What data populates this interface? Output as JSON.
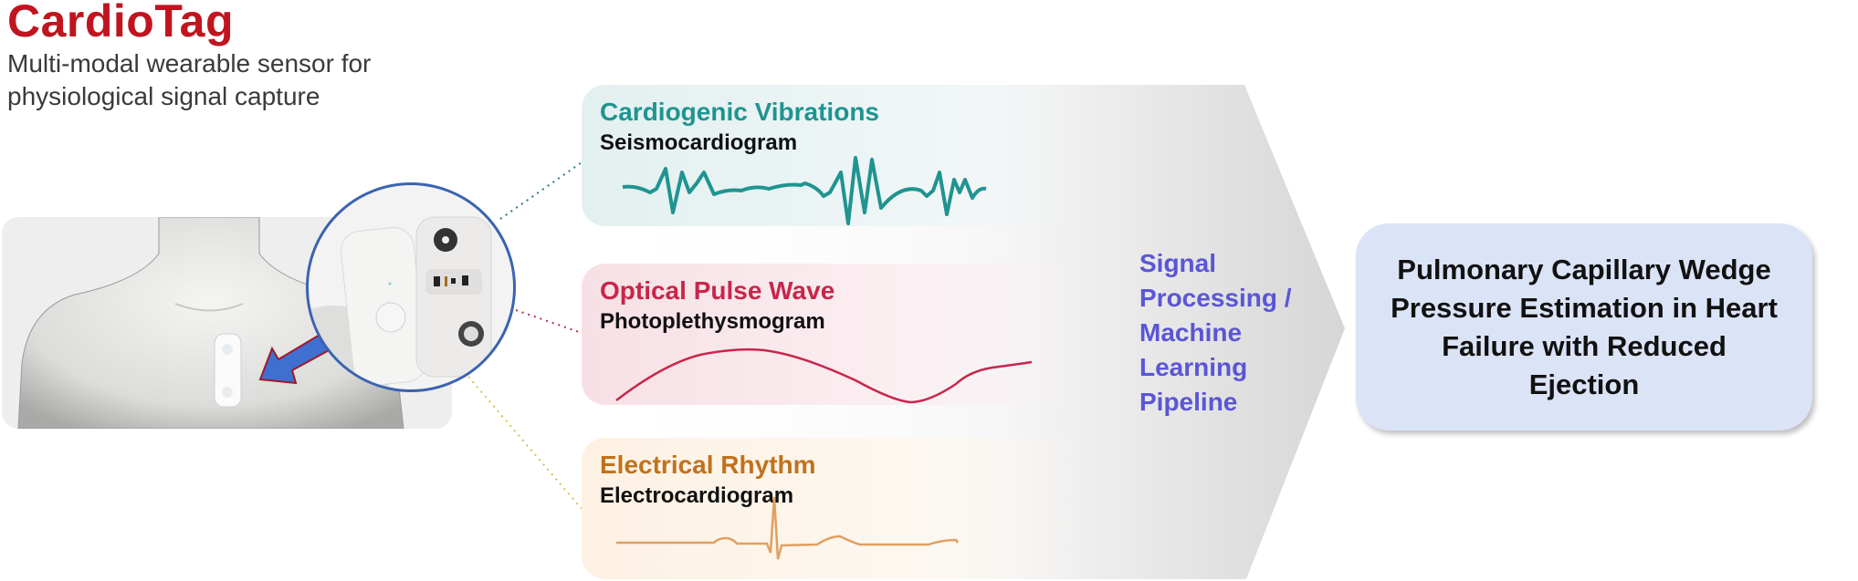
{
  "header": {
    "brand": "CardioTag",
    "subtitle": "Multi-modal wearable sensor for physiological signal capture"
  },
  "device_illustration": {
    "torso_label": "torso-with-chest-patch",
    "zoom_label": "device-closeup",
    "arrow_color": "#3f6fd1",
    "circle_color": "#3b63b1"
  },
  "signals": [
    {
      "title": "Cardiogenic Vibrations",
      "subtitle": "Seismocardiogram",
      "color": "#1f9490",
      "background": "#e3f0f0",
      "connector_color": "#2a7a8a"
    },
    {
      "title": "Optical Pulse Wave",
      "subtitle": "Photoplethysmogram",
      "color": "#c8264b",
      "background": "#f7e0e5",
      "connector_color": "#b0304a"
    },
    {
      "title": "Electrical Rhythm",
      "subtitle": "Electrocardiogram",
      "color": "#c0721c",
      "background": "#fdf1e3",
      "connector_color": "#d8c050"
    }
  ],
  "pipeline": {
    "label_lines": [
      "Signal",
      "Processing /",
      "Machine",
      "Learning",
      "Pipeline"
    ],
    "color": "#5b55d6"
  },
  "outcome": {
    "text": "Pulmonary Capillary Wedge Pressure Estimation in Heart Failure with Reduced Ejection",
    "background": "#dbe3f6"
  }
}
